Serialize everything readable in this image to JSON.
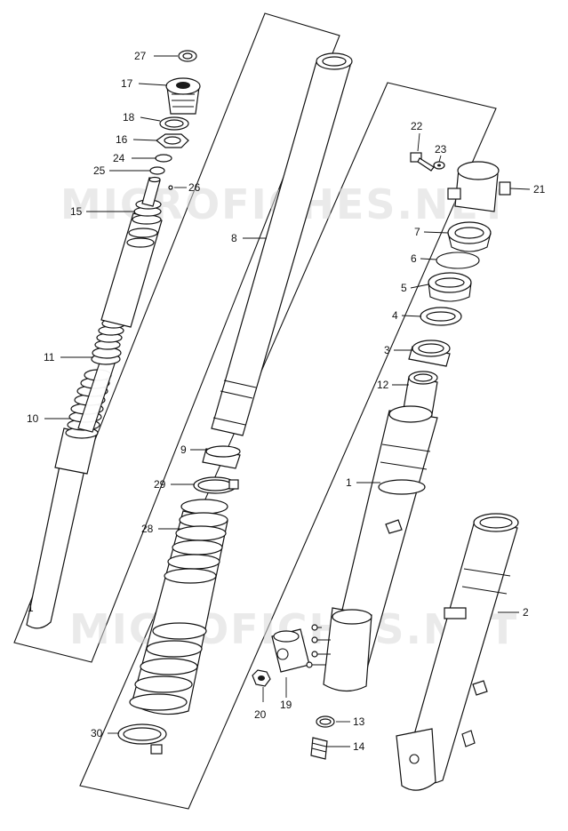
{
  "watermark": "MICROFICHES.NET",
  "parts": [
    {
      "id": "p1",
      "number": "1"
    },
    {
      "id": "p2",
      "number": "2"
    },
    {
      "id": "p3",
      "number": "3"
    },
    {
      "id": "p4",
      "number": "4"
    },
    {
      "id": "p5",
      "number": "5"
    },
    {
      "id": "p6",
      "number": "6"
    },
    {
      "id": "p7",
      "number": "7"
    },
    {
      "id": "p8",
      "number": "8"
    },
    {
      "id": "p9",
      "number": "9"
    },
    {
      "id": "p10",
      "number": "10"
    },
    {
      "id": "p11",
      "number": "11"
    },
    {
      "id": "p12",
      "number": "12"
    },
    {
      "id": "p13",
      "number": "13"
    },
    {
      "id": "p14",
      "number": "14"
    },
    {
      "id": "p15",
      "number": "15"
    },
    {
      "id": "p16",
      "number": "16"
    },
    {
      "id": "p17",
      "number": "17"
    },
    {
      "id": "p18",
      "number": "18"
    },
    {
      "id": "p19",
      "number": "19"
    },
    {
      "id": "p20",
      "number": "20"
    },
    {
      "id": "p21",
      "number": "21"
    },
    {
      "id": "p22",
      "number": "22"
    },
    {
      "id": "p23",
      "number": "23"
    },
    {
      "id": "p24",
      "number": "24"
    },
    {
      "id": "p25",
      "number": "25"
    },
    {
      "id": "p26",
      "number": "26"
    },
    {
      "id": "p27",
      "number": "27"
    },
    {
      "id": "p28",
      "number": "28"
    },
    {
      "id": "p29",
      "number": "29"
    },
    {
      "id": "p30",
      "number": "30"
    }
  ],
  "damper_rod_mark": "1"
}
